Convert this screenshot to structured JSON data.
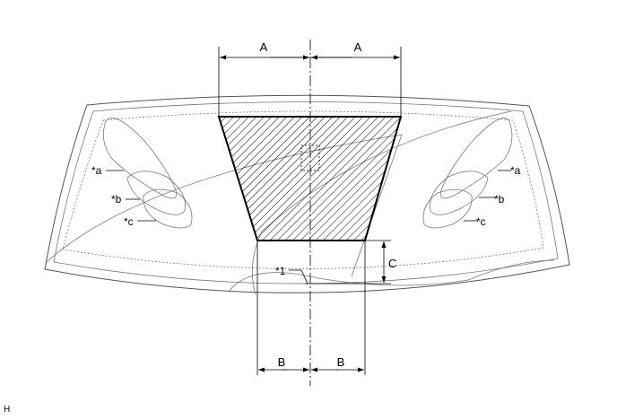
{
  "diagram": {
    "dimensions": {
      "a": "A",
      "b": "B",
      "c": "C"
    },
    "callouts": {
      "a": "*a",
      "b": "*b",
      "c": "*c",
      "one": "*1"
    },
    "corner_mark": "H"
  }
}
